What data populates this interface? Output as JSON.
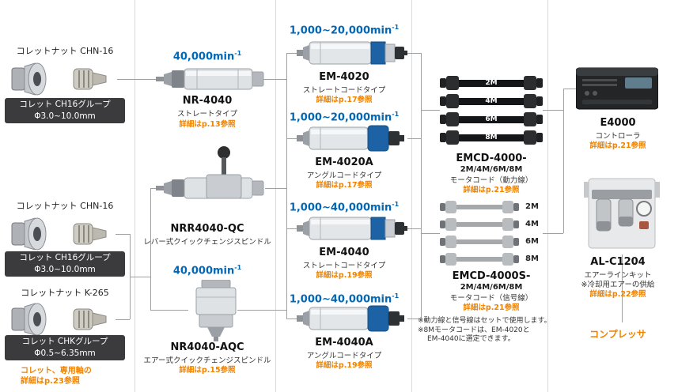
{
  "colors": {
    "speed_blue": "#0068b7",
    "detail_orange": "#f08300",
    "bar_dark": "#3b3b3d"
  },
  "left": {
    "groups": [
      {
        "nut": "コレットナット CHN-16",
        "bar1": "コレット CH16グループ",
        "bar2": "Φ3.0~10.0mm"
      },
      {
        "nut": "コレットナット CHN-16",
        "bar1": "コレット CH16グループ",
        "bar2": "Φ3.0~10.0mm"
      },
      {
        "nut": "コレットナット K-265",
        "bar1": "コレット CHKグループ",
        "bar2": "Φ0.5~6.35mm"
      }
    ],
    "note1": "コレット、専用軸の",
    "note2": "詳細はp.23参照"
  },
  "spindles": [
    {
      "speed": "40,000min",
      "sup": "-1",
      "name": "NR-4040",
      "type": "ストレートタイプ",
      "detail": "詳細はp.13参照"
    },
    {
      "name": "NRR4040-QC",
      "type": "レバー式クイックチェンジスピンドル"
    },
    {
      "speed": "40,000min",
      "sup": "-1",
      "name": "NR4040-AQC",
      "type": "エアー式クイックチェンジスピンドル",
      "detail": "詳細はp.15参照"
    }
  ],
  "motors": [
    {
      "speed": "1,000~20,000min",
      "sup": "-1",
      "name": "EM-4020",
      "type": "ストレートコードタイプ",
      "detail": "詳細はp.17参照"
    },
    {
      "speed": "1,000~20,000min",
      "sup": "-1",
      "name": "EM-4020A",
      "type": "アングルコードタイプ",
      "detail": "詳細はp.17参照"
    },
    {
      "speed": "1,000~40,000min",
      "sup": "-1",
      "name": "EM-4040",
      "type": "ストレートコードタイプ",
      "detail": "詳細はp.19参照"
    },
    {
      "speed": "1,000~40,000min",
      "sup": "-1",
      "name": "EM-4040A",
      "type": "アングルコードタイプ",
      "detail": "詳細はp.19参照"
    }
  ],
  "cables": {
    "power": {
      "lengths": [
        "2M",
        "4M",
        "6M",
        "8M"
      ],
      "name": "EMCD-4000-",
      "sizes": "2M/4M/6M/8M",
      "type": "モータコード（動力線）",
      "detail": "詳細はp.21参照"
    },
    "signal": {
      "lengths": [
        "2M",
        "4M",
        "6M",
        "8M"
      ],
      "name": "EMCD-4000S-",
      "sizes": "2M/4M/6M/8M",
      "type": "モータコード（信号線）",
      "detail": "詳細はp.21参照"
    },
    "note1": "※動力線と信号線はセットで使用します。",
    "note2a": "※8Mモータコードは、EM-4020と",
    "note2b": "EM-4040に選定できます。"
  },
  "right": {
    "controller": {
      "name": "E4000",
      "type": "コントローラ",
      "detail": "詳細はp.21参照"
    },
    "airline": {
      "name": "AL-C1204",
      "type": "エアーラインキット",
      "note": "※冷却用エアーの供給",
      "detail": "詳細はp.22参照"
    },
    "compressor": "コンプレッサ"
  }
}
